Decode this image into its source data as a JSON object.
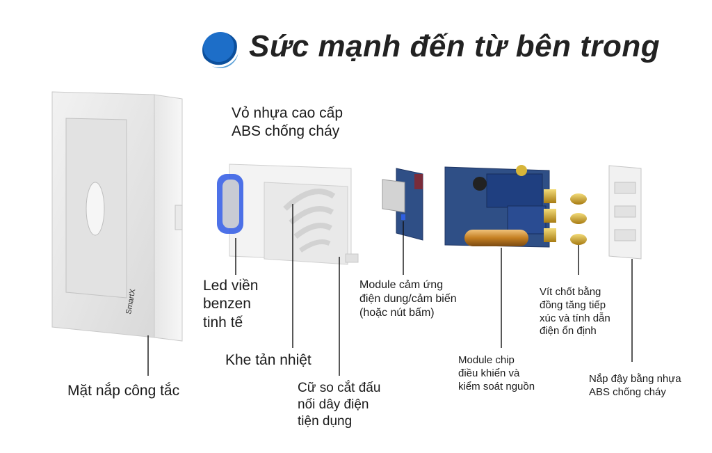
{
  "title": "Sức mạnh đến từ bên trong",
  "brand": "SmartX",
  "colors": {
    "accent": "#1565c0",
    "pcb": "#2f4f86",
    "led": "#2f5fe0",
    "copper": "#c8912a",
    "brass": "#c9a227"
  },
  "labels": {
    "shell": [
      "Vỏ nhựa cao cấp",
      "ABS chống cháy"
    ],
    "led": [
      "Led viền",
      "benzen",
      "tinh tế"
    ],
    "vent": [
      "Khe tản nhiệt"
    ],
    "cover": [
      "Mặt nắp công tắc"
    ],
    "gauge": [
      "Cữ so cắt đấu",
      "nối dây điện",
      "tiện dụng"
    ],
    "sensor": [
      "Module cảm ứng",
      "điện dung/cảm biến",
      "(hoặc nút bấm)"
    ],
    "chip": [
      "Module chip",
      "điều khiển và",
      "kiểm soát nguồn"
    ],
    "screws": [
      "Vít chốt bằng",
      "đồng tăng tiếp",
      "xúc và tính dẫn",
      "điện ổn định"
    ],
    "back": [
      "Nắp đậy bằng nhựa",
      "ABS chống cháy"
    ]
  }
}
